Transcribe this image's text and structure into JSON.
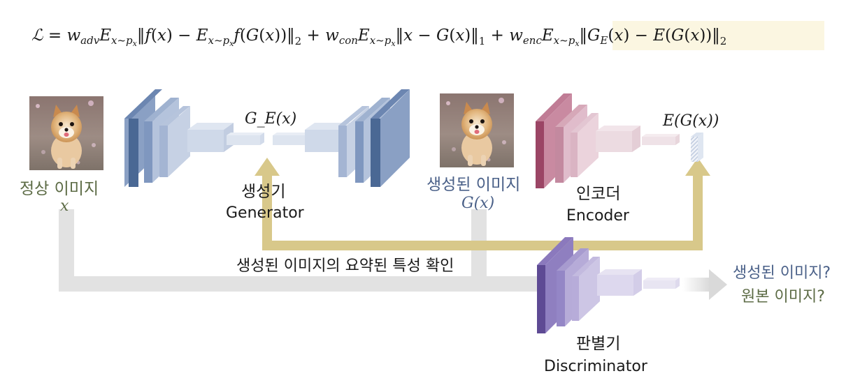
{
  "formula": {
    "loss_symbol": "ℒ",
    "term_adv": "= w_adv E_x~p_x ‖f(x) − E_x~p_x f(G(x))‖_2",
    "term_con": "+ w_con E_x~p_x ‖x − G(x)‖_1",
    "term_enc": "+ w_enc E_x~p_x ‖G_E(x) − E(G(x))‖_2",
    "highlight_color": "#fbf6e1"
  },
  "inputs": {
    "normal_image_label": "정상 이미지",
    "normal_image_var": "x",
    "generated_image_label": "생성된 이미지",
    "generated_image_var": "G(x)"
  },
  "generator": {
    "label_kr": "생성기",
    "label_en": "Generator",
    "latent_label": "G_E(x)",
    "color": "#4a6894"
  },
  "encoder": {
    "label_kr": "인코더",
    "label_en": "Encoder",
    "latent_label": "E(G(x))",
    "color": "#9b4565"
  },
  "discriminator": {
    "label_kr": "판별기",
    "label_en": "Discriminator",
    "color": "#5e4a94"
  },
  "feature_path_label": "생성된 이미지의 요약된 특성 확인",
  "output": {
    "line1": "생성된 이미지?",
    "line2": "원본 이미지?"
  },
  "colors": {
    "green_text": "#5c6b45",
    "blue_text": "#4a6088",
    "gold_arrow": "#d8c88a",
    "gray_arrow": "#e0e0e0"
  }
}
